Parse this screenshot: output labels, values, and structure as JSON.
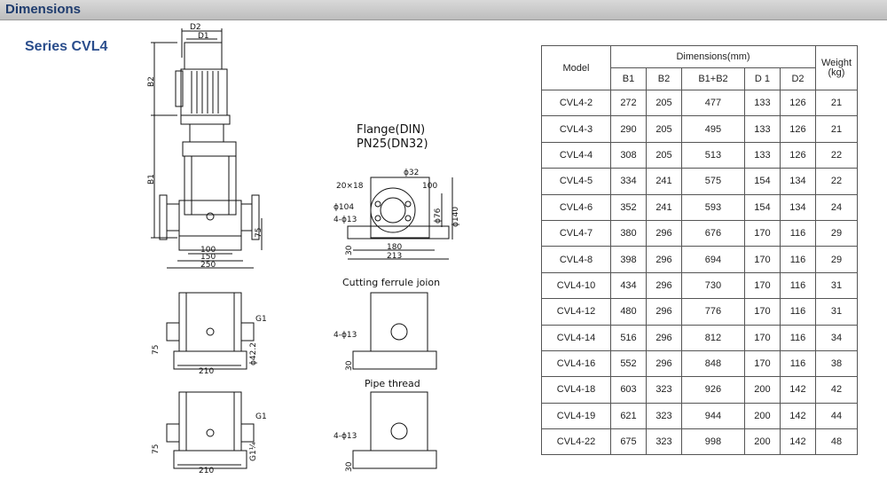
{
  "header": {
    "title": "Dimensions"
  },
  "series_title": "Series CVL4",
  "drawing_labels": {
    "flange_title_1": "Flange(DIN)",
    "flange_title_2": "PN25(DN32)",
    "cutting_title": "Cutting ferrule joion",
    "pipe_title": "Pipe thread",
    "d2": "D2",
    "d1": "D1",
    "b2": "B2",
    "b1": "B1",
    "dim_100": "100",
    "dim_150": "150",
    "dim_250": "250",
    "dim_75": "75",
    "phi32": "ϕ32",
    "holes": "20×18",
    "phi104": "ϕ104",
    "four_phi13": "4-ϕ13",
    "phi76": "ϕ76",
    "phi140": "ϕ140",
    "dim_180": "180",
    "dim_213": "213",
    "dim_30": "30",
    "g1": "G1",
    "phi42": "ϕ42.2",
    "dim_210": "210",
    "g1_14": "G1¼"
  },
  "table": {
    "headers": {
      "model": "Model",
      "dims": "Dimensions(mm)",
      "b1": "B1",
      "b2": "B2",
      "b1b2": "B1+B2",
      "d1": "D 1",
      "d2": "D2",
      "weight_1": "Weight",
      "weight_2": "(kg)"
    },
    "rows": [
      [
        "CVL4-2",
        "272",
        "205",
        "477",
        "133",
        "126",
        "21"
      ],
      [
        "CVL4-3",
        "290",
        "205",
        "495",
        "133",
        "126",
        "21"
      ],
      [
        "CVL4-4",
        "308",
        "205",
        "513",
        "133",
        "126",
        "22"
      ],
      [
        "CVL4-5",
        "334",
        "241",
        "575",
        "154",
        "134",
        "22"
      ],
      [
        "CVL4-6",
        "352",
        "241",
        "593",
        "154",
        "134",
        "24"
      ],
      [
        "CVL4-7",
        "380",
        "296",
        "676",
        "170",
        "116",
        "29"
      ],
      [
        "CVL4-8",
        "398",
        "296",
        "694",
        "170",
        "116",
        "29"
      ],
      [
        "CVL4-10",
        "434",
        "296",
        "730",
        "170",
        "116",
        "31"
      ],
      [
        "CVL4-12",
        "480",
        "296",
        "776",
        "170",
        "116",
        "31"
      ],
      [
        "CVL4-14",
        "516",
        "296",
        "812",
        "170",
        "116",
        "34"
      ],
      [
        "CVL4-16",
        "552",
        "296",
        "848",
        "170",
        "116",
        "38"
      ],
      [
        "CVL4-18",
        "603",
        "323",
        "926",
        "200",
        "142",
        "42"
      ],
      [
        "CVL4-19",
        "621",
        "323",
        "944",
        "200",
        "142",
        "44"
      ],
      [
        "CVL4-22",
        "675",
        "323",
        "998",
        "200",
        "142",
        "48"
      ]
    ]
  },
  "colors": {
    "title_blue": "#2a4d8c",
    "header_text": "#1f3c6e",
    "header_bar": "#c8c8c8"
  }
}
